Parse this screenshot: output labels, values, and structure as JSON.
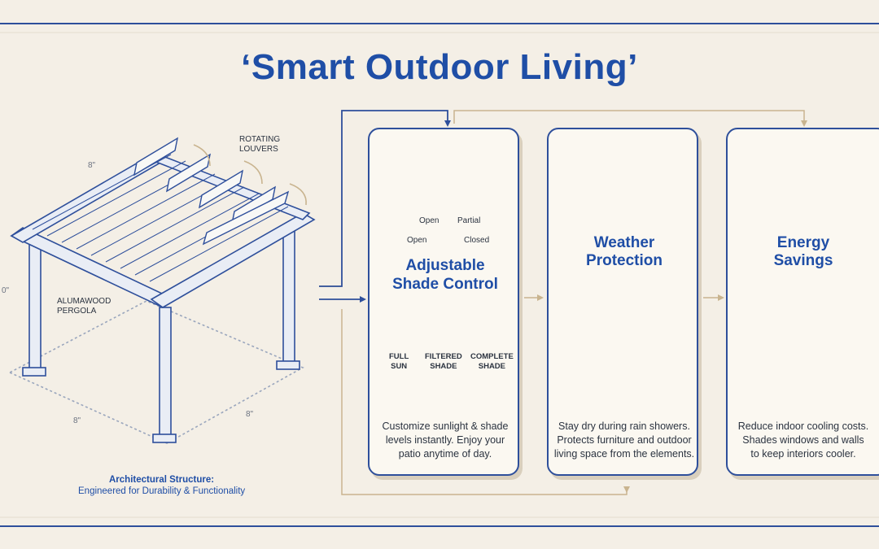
{
  "title": "‘Smart Outdoor Living’",
  "pergola": {
    "label_louvers_1": "ROTATING",
    "label_louvers_2": "LOUVERS",
    "label_pergola_1": "ALUMAWOOD",
    "label_pergola_2": "PERGOLA",
    "dim_top": "8\"",
    "dim_left": "8\"",
    "dim_right": "8\"",
    "dim_height": "0\"",
    "caption_title": "Architectural Structure:",
    "caption_text": "Engineered for Durability & Functionality"
  },
  "cards": [
    {
      "title_1": "Adjustable",
      "title_2": "Shade Control",
      "dial_open_top": "Open",
      "dial_partial": "Partial",
      "dial_open_left": "Open",
      "dial_closed": "Closed",
      "zone_full_1": "FULL",
      "zone_full_2": "SUN",
      "zone_filtered_1": "FILTERED",
      "zone_filtered_2": "SHADE",
      "zone_complete_1": "COMPLETE",
      "zone_complete_2": "SHADE",
      "desc_1": "Customize sunlight & shade",
      "desc_2": "levels instantly. Enjoy your",
      "desc_3": "patio anytime of day."
    },
    {
      "title_1": "Weather",
      "title_2": "Protection",
      "desc_1": "Stay dry during rain showers.",
      "desc_2": "Protects furniture and outdoor",
      "desc_3": "living space from the elements."
    },
    {
      "title_1": "Energy",
      "title_2": "Savings",
      "desc_1": "Reduce indoor cooling costs.",
      "desc_2": "Shades windows and walls",
      "desc_3": "to keep interiors cooler."
    }
  ],
  "colors": {
    "blue": "#2e4f9b",
    "green": "#6f8f6a",
    "tan": "#c9b48f",
    "sun": "#e8b64a"
  }
}
